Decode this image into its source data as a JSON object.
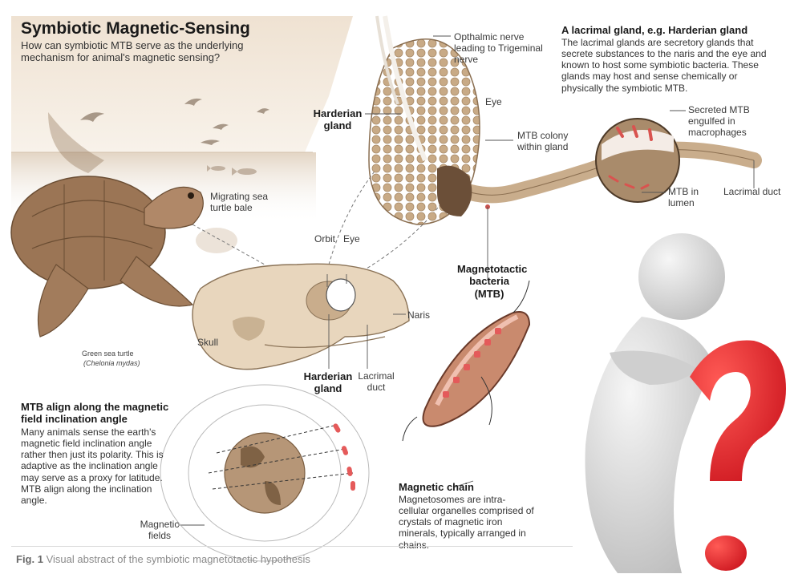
{
  "title": "Symbiotic Magnetic-Sensing",
  "subtitle": "How can symbiotic MTB serve as the underlying mechanism for animal's magnetic sensing?",
  "labels": {
    "ophthalmic_nerve": "Opthalmic nerve leading to Trigeminal nerve",
    "eye_top": "Eye",
    "harderian_gland_top": "Harderian gland",
    "mtb_colony": "MTB colony within gland",
    "migrating_turtle": "Migrating sea turtle bale",
    "orbit": "Orbit",
    "eye_skull": "Eye",
    "naris": "Naris",
    "skull": "Skull",
    "harderian_gland_bottom": "Harderian gland",
    "lacrimal_duct_bottom": "Lacrimal duct",
    "green_turtle": "Green sea turtle",
    "green_turtle_latin": "(Chelonia mydas)",
    "magnetotactic_bacteria": "Magnetotactic bacteria (MTB)",
    "secreted_mtb": "Secreted MTB engulfed in macrophages",
    "mtb_in_lumen": "MTB in lumen",
    "lacrimal_duct_right": "Lacrimal duct",
    "magnetic_fields": "Magnetic fields"
  },
  "lacrimal": {
    "heading": "A lacrimal gland, e.g. Harderian gland",
    "body": "The lacrimal glands are secretory glands that secrete substances to the naris and the eye and known to host some symbiotic bacteria. These glands may host and sense chemically or physically the symbiotic MTB."
  },
  "align": {
    "heading": "MTB align along the magnetic field inclination angle",
    "body": "Many animals sense the earth's magnetic field inclination angle rather then just its polarity. This is adaptive as the inclination angle may serve as a proxy for latitude. MTB align along the inclination angle."
  },
  "chain": {
    "heading": "Magnetic chain",
    "body": "Magnetosomes are intra-cellular organelles comprised of crystals of magnetic iron minerals, typically arranged in chains."
  },
  "caption": {
    "label": "Fig. 1",
    "text": "Visual abstract of the symbiotic magnetotactic hypothesis"
  },
  "colors": {
    "sky": "#f4ece3",
    "tissue": "#c9ad8c",
    "mtb_red": "#d9534f",
    "question_red": "#e31e24",
    "figure_gray": "#dcdcdc"
  }
}
